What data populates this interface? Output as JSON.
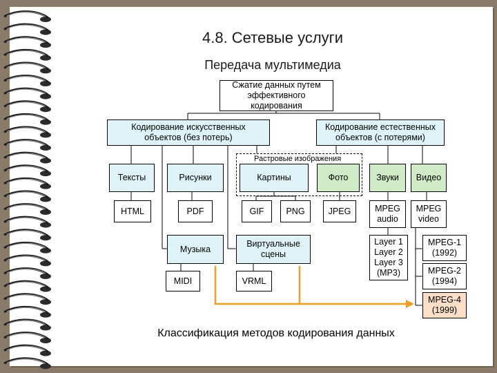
{
  "title": "4.8. Сетевые услуги",
  "subtitle": "Передача мультимедиа",
  "caption": "Классификация методов кодирования  данных",
  "dashed_group_label": "Растровые изображения",
  "boxes": {
    "root": "Сжатие  данных путем\nэффективного\nкодирования",
    "artificial": "Кодирование искусственных\nобъектов (без потерь)",
    "natural": "Кодирование естественных\nобъектов (с потерями)",
    "texts": "Тексты",
    "drawings": "Рисунки",
    "pictures": "Картины",
    "photo": "Фото",
    "sounds": "Звуки",
    "video": "Видео",
    "html": "HTML",
    "pdf": "PDF",
    "gif": "GIF",
    "png": "PNG",
    "jpeg": "JPEG",
    "mpeg_audio": "MPEG\naudio",
    "mpeg_video": "MPEG\nvideo",
    "music": "Музыка",
    "virtual": "Виртуальные\nсцены",
    "layers": "Layer 1\nLayer 2\nLayer 3\n(MP3)",
    "mpeg1": "MPEG-1\n(1992)",
    "mpeg2": "MPEG-2\n(1994)",
    "midi": "MIDI",
    "vrml": "VRML",
    "mpeg4": "MPEG-4\n(1999)"
  },
  "colors": {
    "cyan": "#dff4f8",
    "green": "#cfecc6",
    "orange": "#fcdfc6",
    "arrow": "#f0a020",
    "background": "#8a7b68"
  }
}
